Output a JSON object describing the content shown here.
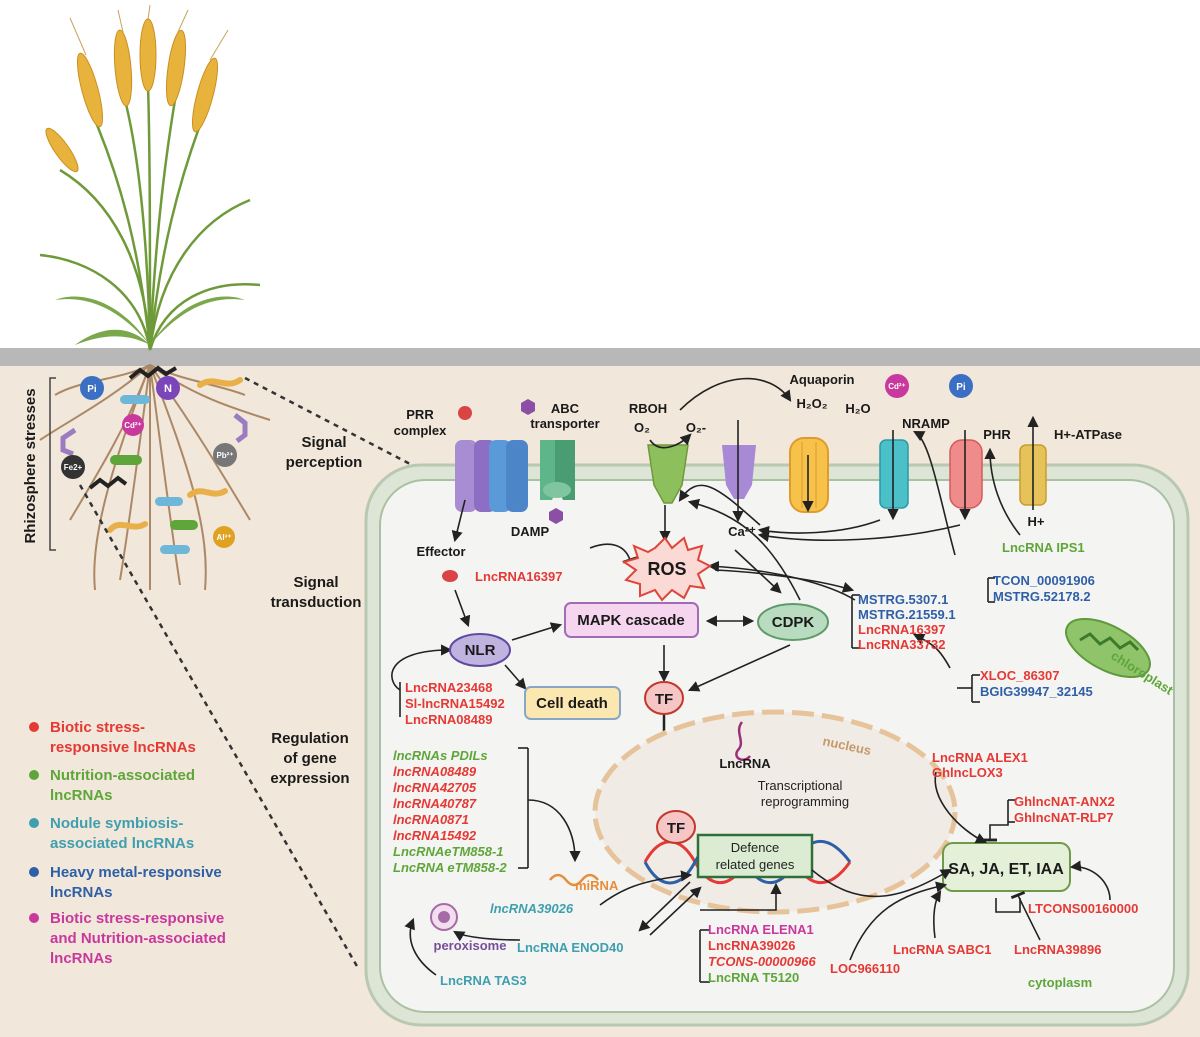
{
  "side_label": "Rhizosphere stresses",
  "ions": {
    "pi": "Pi",
    "n": "N",
    "cd": "Cd²⁺",
    "pb": "Pb²⁺",
    "fe": "Fe2+",
    "al": "Al³⁺"
  },
  "stages": {
    "perception_1": "Signal",
    "perception_2": "perception",
    "transduction_1": "Signal",
    "transduction_2": "transduction",
    "regulation_1": "Regulation",
    "regulation_2": "of gene",
    "regulation_3": "expression"
  },
  "legend": {
    "biotic_1": "Biotic stress-",
    "biotic_2": "responsive lncRNAs",
    "nutrition_1": "Nutrition-associated",
    "nutrition_2": "lncRNAs",
    "nodule_1": "Nodule symbiosis-",
    "nodule_2": "associated lncRNAs",
    "metal_1": "Heavy metal-responsive",
    "metal_2": "lncRNAs",
    "both_1": "Biotic stress-responsive",
    "both_2": "and Nutrition-associated",
    "both_3": "lncRNAs"
  },
  "membrane": {
    "abc_1": "ABC",
    "abc_2": "transporter",
    "rboh": "RBOH",
    "o2": "O₂",
    "o2minus": "O₂-",
    "aquaporin": "Aquaporin",
    "h2o2": "H₂O₂",
    "h2o": "H₂O",
    "prr_1": "PRR",
    "prr_2": "complex",
    "nramp": "NRAMP",
    "phr": "PHR",
    "hatpase": "H+-ATPase",
    "hplus": "H+",
    "cd": "Cd²⁺",
    "pi": "Pi",
    "damp": "DAMP",
    "effector": "Effector",
    "ca": "Ca²⁺"
  },
  "nodes": {
    "ros": "ROS",
    "mapk": "MAPK cascade",
    "cdpk": "CDPK",
    "nlr": "NLR",
    "cell_death": "Cell death",
    "tf": "TF",
    "tf2": "TF",
    "nucleus": "nucleus",
    "lncrna": "LncRNA",
    "trans_1": "Transcriptional",
    "trans_2": "reprogramming",
    "defence_1": "Defence",
    "defence_2": "related genes",
    "hormones": "SA, JA, ET, IAA",
    "chloroplast": "chloroplast",
    "mirna": "miRNA",
    "peroxisome": "peroxisome",
    "cytoplasm": "cytoplasm"
  },
  "lnc": {
    "ips1": "LncRNA IPS1",
    "tcon1": "TCON_00091906",
    "mstrg52": "MSTRG.52178.2",
    "ros16397": "LncRNA16397",
    "mstrg5307": "MSTRG.5307.1",
    "mstrg21559": "MSTRG.21559.1",
    "lnc16397": "LncRNA16397",
    "lnc33732": "LncRNA33732",
    "xloc": "XLOC_86307",
    "bgig": "BGIG39947_32145",
    "l23468": "LncRNA23468",
    "sl15492": "Sl-lncRNA15492",
    "l08489": "LncRNA08489",
    "pdils": "lncRNAs PDILs",
    "i08489": "lncRNA08489",
    "i42705": "lncRNA42705",
    "i40787": "lncRNA40787",
    "i0871": "lncRNA0871",
    "i15492": "lncRNA15492",
    "etm1": "LncRNAeTM858-1",
    "etm2": "LncRNA eTM858-2",
    "l39026i": "lncRNA39026",
    "enod40": "LncRNA ENOD40",
    "tas3": "LncRNA TAS3",
    "elena": "LncRNA ELENA1",
    "l39026": "LncRNA39026",
    "tcons": "TCONS-00000966",
    "t5120": "LncRNA T5120",
    "loc": "LOC966110",
    "sabc1": "LncRNA SABC1",
    "l39896": "LncRNA39896",
    "ltcons": "LTCONS00160000",
    "alex1": "LncRNA ALEX1",
    "lox3": "GhlncLOX3",
    "anx2": "GhlncNAT-ANX2",
    "rlp7": "GhlncNAT-RLP7"
  },
  "colors": {
    "biotic": "#e53935",
    "nutrition": "#5fa63a",
    "nodule": "#3f9fae",
    "metal": "#2f5fa7",
    "both": "#c9389d",
    "soil": "#f1e7da",
    "ground": "#b8b8b8"
  }
}
